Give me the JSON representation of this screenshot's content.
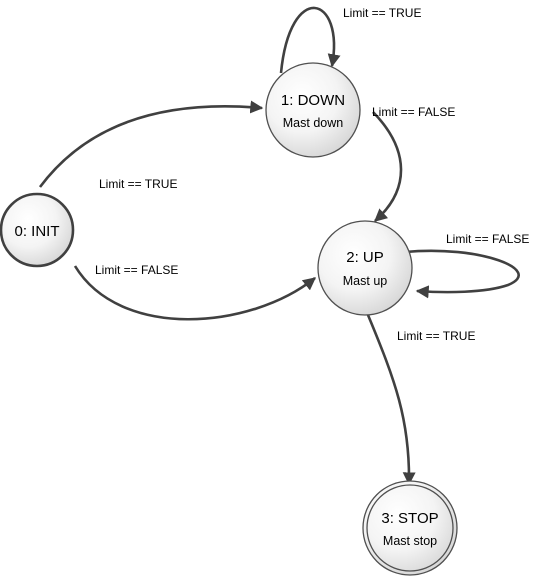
{
  "states": {
    "init": {
      "title": "0: INIT"
    },
    "down": {
      "title": "1: DOWN",
      "subtitle": "Mast down"
    },
    "up": {
      "title": "2: UP",
      "subtitle": "Mast up"
    },
    "stop": {
      "title": "3: STOP",
      "subtitle": "Mast stop"
    }
  },
  "transitions": {
    "init_to_down": "Limit == TRUE",
    "init_to_up": "Limit == FALSE",
    "down_self": "Limit == TRUE",
    "down_to_up": "Limit == FALSE",
    "up_self": "Limit == FALSE",
    "up_to_stop": "Limit == TRUE"
  },
  "colors": {
    "stroke": "#404040",
    "state_fill_light": "#ffffff",
    "state_fill_dark": "#dcdcdc"
  }
}
